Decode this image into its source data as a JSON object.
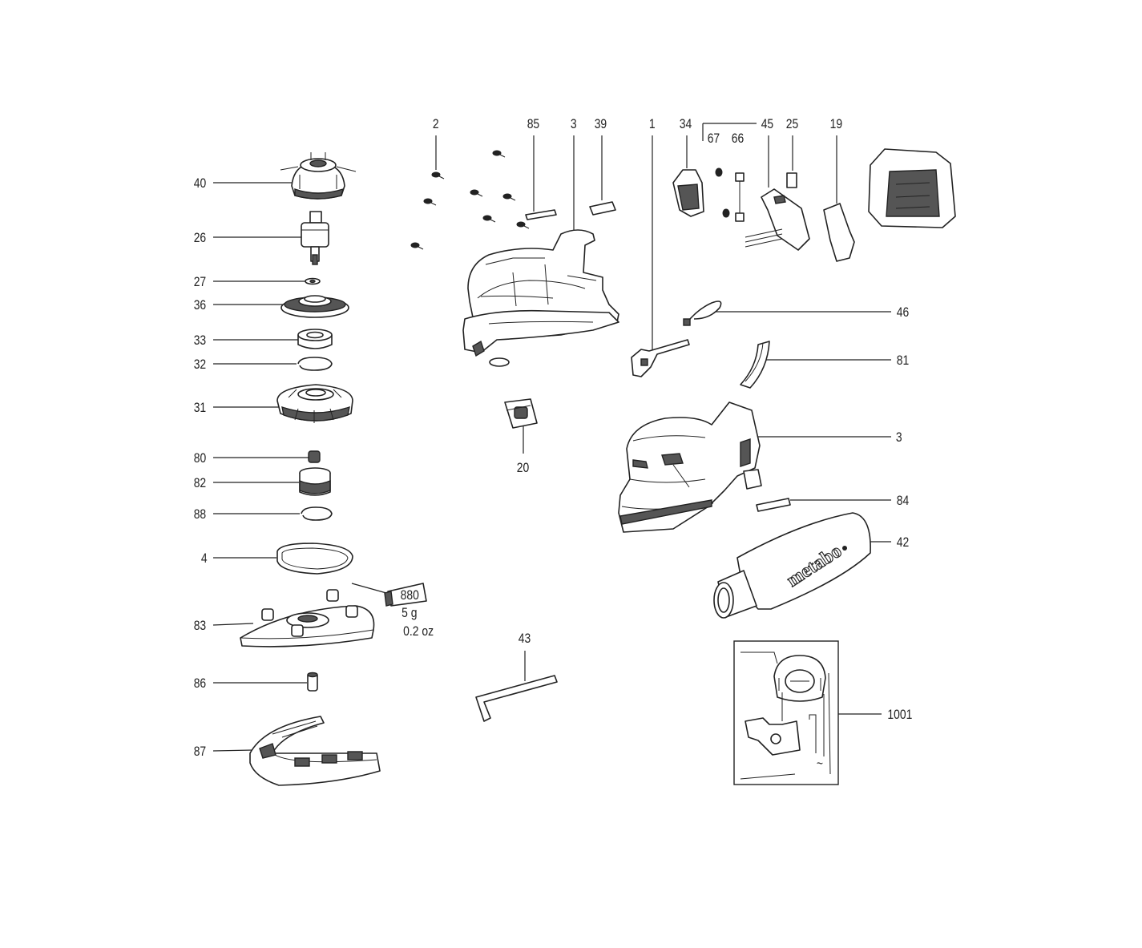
{
  "diagram": {
    "callouts": {
      "p40": "40",
      "p26": "26",
      "p27": "27",
      "p36": "36",
      "p33": "33",
      "p32": "32",
      "p31": "31",
      "p80": "80",
      "p82": "82",
      "p88": "88",
      "p4": "4",
      "p83": "83",
      "p86": "86",
      "p87": "87",
      "p2": "2",
      "p85": "85",
      "p3_top": "3",
      "p39": "39",
      "p1": "1",
      "p34": "34",
      "p67": "67",
      "p66": "66",
      "p45": "45",
      "p25": "25",
      "p19": "19",
      "p46": "46",
      "p81": "81",
      "p3_right": "3",
      "p84": "84",
      "p42": "42",
      "p20": "20",
      "p43": "43",
      "p1001": "1001"
    },
    "grease_tube_text": "880",
    "grease_amount_g": "5 g",
    "grease_amount_oz": "0.2 oz",
    "dust_bag_brand": "metabo",
    "schematic_ac_symbol": "~"
  }
}
